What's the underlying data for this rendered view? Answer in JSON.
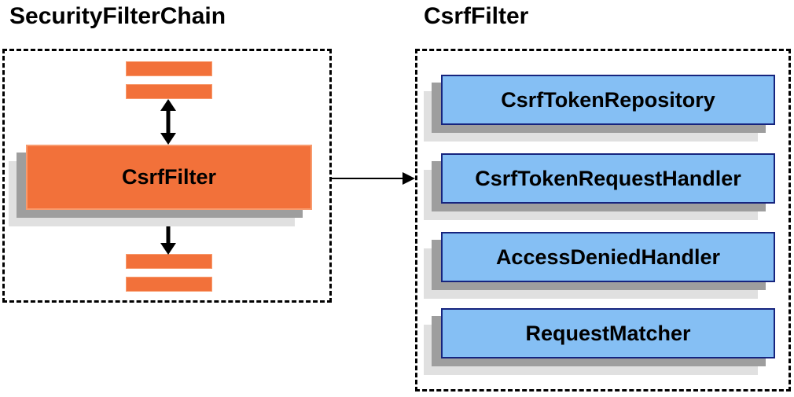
{
  "left_panel": {
    "title": "SecurityFilterChain",
    "filter_node_label": "CsrfFilter"
  },
  "right_panel": {
    "title": "CsrfFilter",
    "components": [
      "CsrfTokenRepository",
      "CsrfTokenRequestHandler",
      "AccessDeniedHandler",
      "RequestMatcher"
    ]
  },
  "colors": {
    "orange_fill": "#F2713A",
    "orange_border": "#F89B6E",
    "blue_fill": "#85BFF4",
    "blue_border": "#16247E",
    "shadow_dark": "#9E9E9E",
    "shadow_light": "#E0E0E0",
    "text": "#000000",
    "background": "#FFFFFF"
  }
}
